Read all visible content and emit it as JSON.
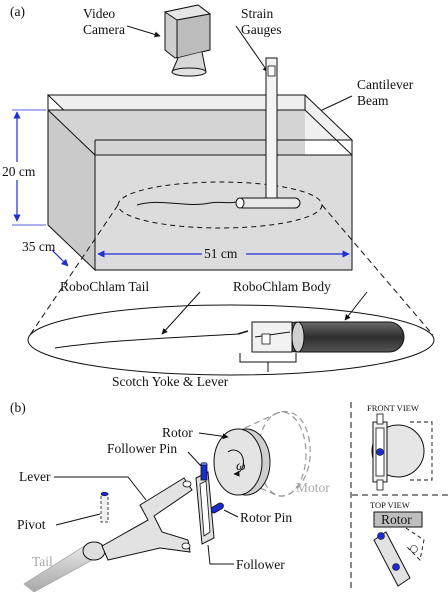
{
  "panel_a": {
    "tag": "(a)",
    "camera_label_line1": "Video",
    "camera_label_line2": "Camera",
    "gauges_label_line1": "Strain",
    "gauges_label_line2": "Gauges",
    "beam_label_line1": "Cantilever",
    "beam_label_line2": "Beam",
    "dim_height": "20 cm",
    "dim_depth": "35 cm",
    "dim_width": "51 cm",
    "tail_label": "RoboChlam Tail",
    "body_label": "RoboChlam Body",
    "yoke_label": "Scotch Yoke & Lever"
  },
  "panel_b": {
    "tag": "(b)",
    "rotor_label": "Rotor",
    "follower_pin_label": "Follower Pin",
    "lever_label": "Lever",
    "pivot_label": "Pivot",
    "tail_label": "Tail",
    "motor_label": "Motor",
    "rotor_pin_label": "Rotor Pin",
    "follower_label": "Follower",
    "omega_symbol": "ω",
    "front_view_label": "FRONT VIEW",
    "top_view_label": "TOP VIEW",
    "top_view_rotor_label": "Rotor"
  },
  "colors": {
    "tank_fill": "#dcdcdc",
    "tank_side": "#c8c8c8",
    "dimension_blue": "#1f2fd6",
    "pin_blue": "#1c2bd0",
    "body_dark": "#3a3a3a",
    "motor_gray": "#b8b8b8"
  }
}
